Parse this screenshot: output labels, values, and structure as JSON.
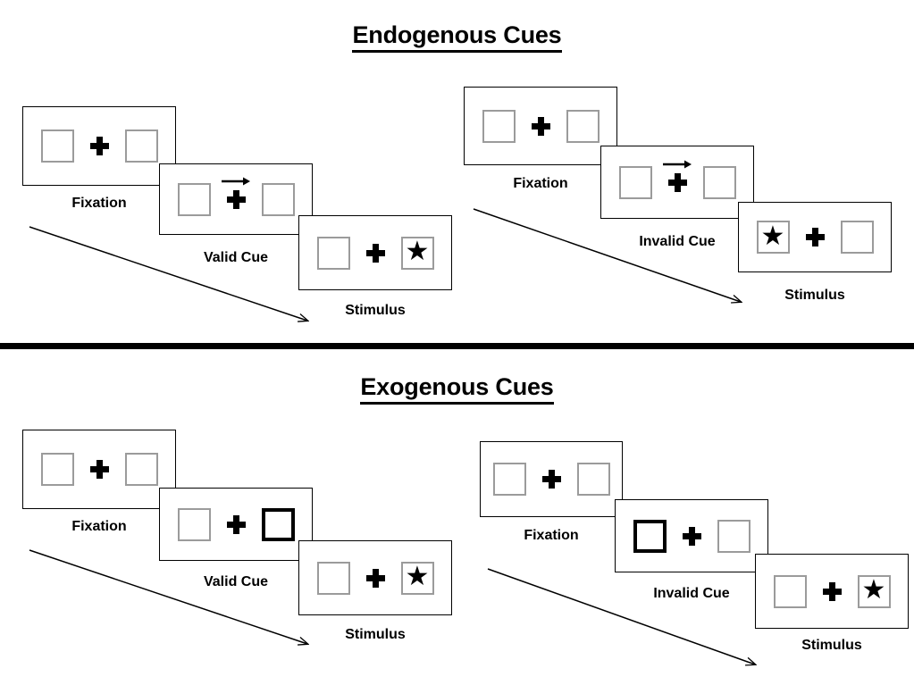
{
  "figure": {
    "title_endogenous": "Endogenous Cues",
    "title_exogenous": "Exogenous Cues",
    "captions": {
      "fixation": "Fixation",
      "valid_cue": "Valid Cue",
      "invalid_cue": "Invalid Cue",
      "stimulus": "Stimulus"
    },
    "glyphs": {
      "star": "★",
      "fixation_cross": "plus-cross",
      "cue_arrow_right": "arrow-right",
      "cue_arrow_left": "arrow-left"
    },
    "colors": {
      "ink": "#000000",
      "box_border": "#9b9b9b",
      "cued_box_border": "#000000",
      "panel_border": "#000000",
      "background": "#ffffff"
    }
  },
  "sections": [
    {
      "id": "endogenous",
      "title": "Endogenous Cues",
      "sequences": [
        {
          "id": "endogenous-valid",
          "condition": "valid",
          "frames": [
            {
              "caption": "Fixation",
              "cue_type": "none",
              "cue_side": "none",
              "left_box": "empty",
              "right_box": "empty",
              "arrow": "none"
            },
            {
              "caption": "Valid Cue",
              "cue_type": "arrow",
              "cue_side": "right",
              "left_box": "empty",
              "right_box": "empty",
              "arrow": "right"
            },
            {
              "caption": "Stimulus",
              "cue_type": "none",
              "cue_side": "none",
              "left_box": "empty",
              "right_box": "star",
              "arrow": "none"
            }
          ]
        },
        {
          "id": "endogenous-invalid",
          "condition": "invalid",
          "frames": [
            {
              "caption": "Fixation",
              "cue_type": "none",
              "cue_side": "none",
              "left_box": "empty",
              "right_box": "empty",
              "arrow": "none"
            },
            {
              "caption": "Invalid Cue",
              "cue_type": "arrow",
              "cue_side": "right",
              "left_box": "empty",
              "right_box": "empty",
              "arrow": "right"
            },
            {
              "caption": "Stimulus",
              "cue_type": "none",
              "cue_side": "none",
              "left_box": "star",
              "right_box": "empty",
              "arrow": "none"
            }
          ]
        }
      ]
    },
    {
      "id": "exogenous",
      "title": "Exogenous Cues",
      "sequences": [
        {
          "id": "exogenous-valid",
          "condition": "valid",
          "frames": [
            {
              "caption": "Fixation",
              "cue_type": "none",
              "cue_side": "none",
              "left_box": "empty",
              "right_box": "empty",
              "arrow": "none"
            },
            {
              "caption": "Valid Cue",
              "cue_type": "box-flash",
              "cue_side": "right",
              "left_box": "empty",
              "right_box": "cued",
              "arrow": "none"
            },
            {
              "caption": "Stimulus",
              "cue_type": "none",
              "cue_side": "none",
              "left_box": "empty",
              "right_box": "star",
              "arrow": "none"
            }
          ]
        },
        {
          "id": "exogenous-invalid",
          "condition": "invalid",
          "frames": [
            {
              "caption": "Fixation",
              "cue_type": "none",
              "cue_side": "none",
              "left_box": "empty",
              "right_box": "empty",
              "arrow": "none"
            },
            {
              "caption": "Invalid Cue",
              "cue_type": "box-flash",
              "cue_side": "left",
              "left_box": "cued",
              "right_box": "empty",
              "arrow": "none"
            },
            {
              "caption": "Stimulus",
              "cue_type": "none",
              "cue_side": "none",
              "left_box": "empty",
              "right_box": "star",
              "arrow": "none"
            }
          ]
        }
      ]
    }
  ]
}
